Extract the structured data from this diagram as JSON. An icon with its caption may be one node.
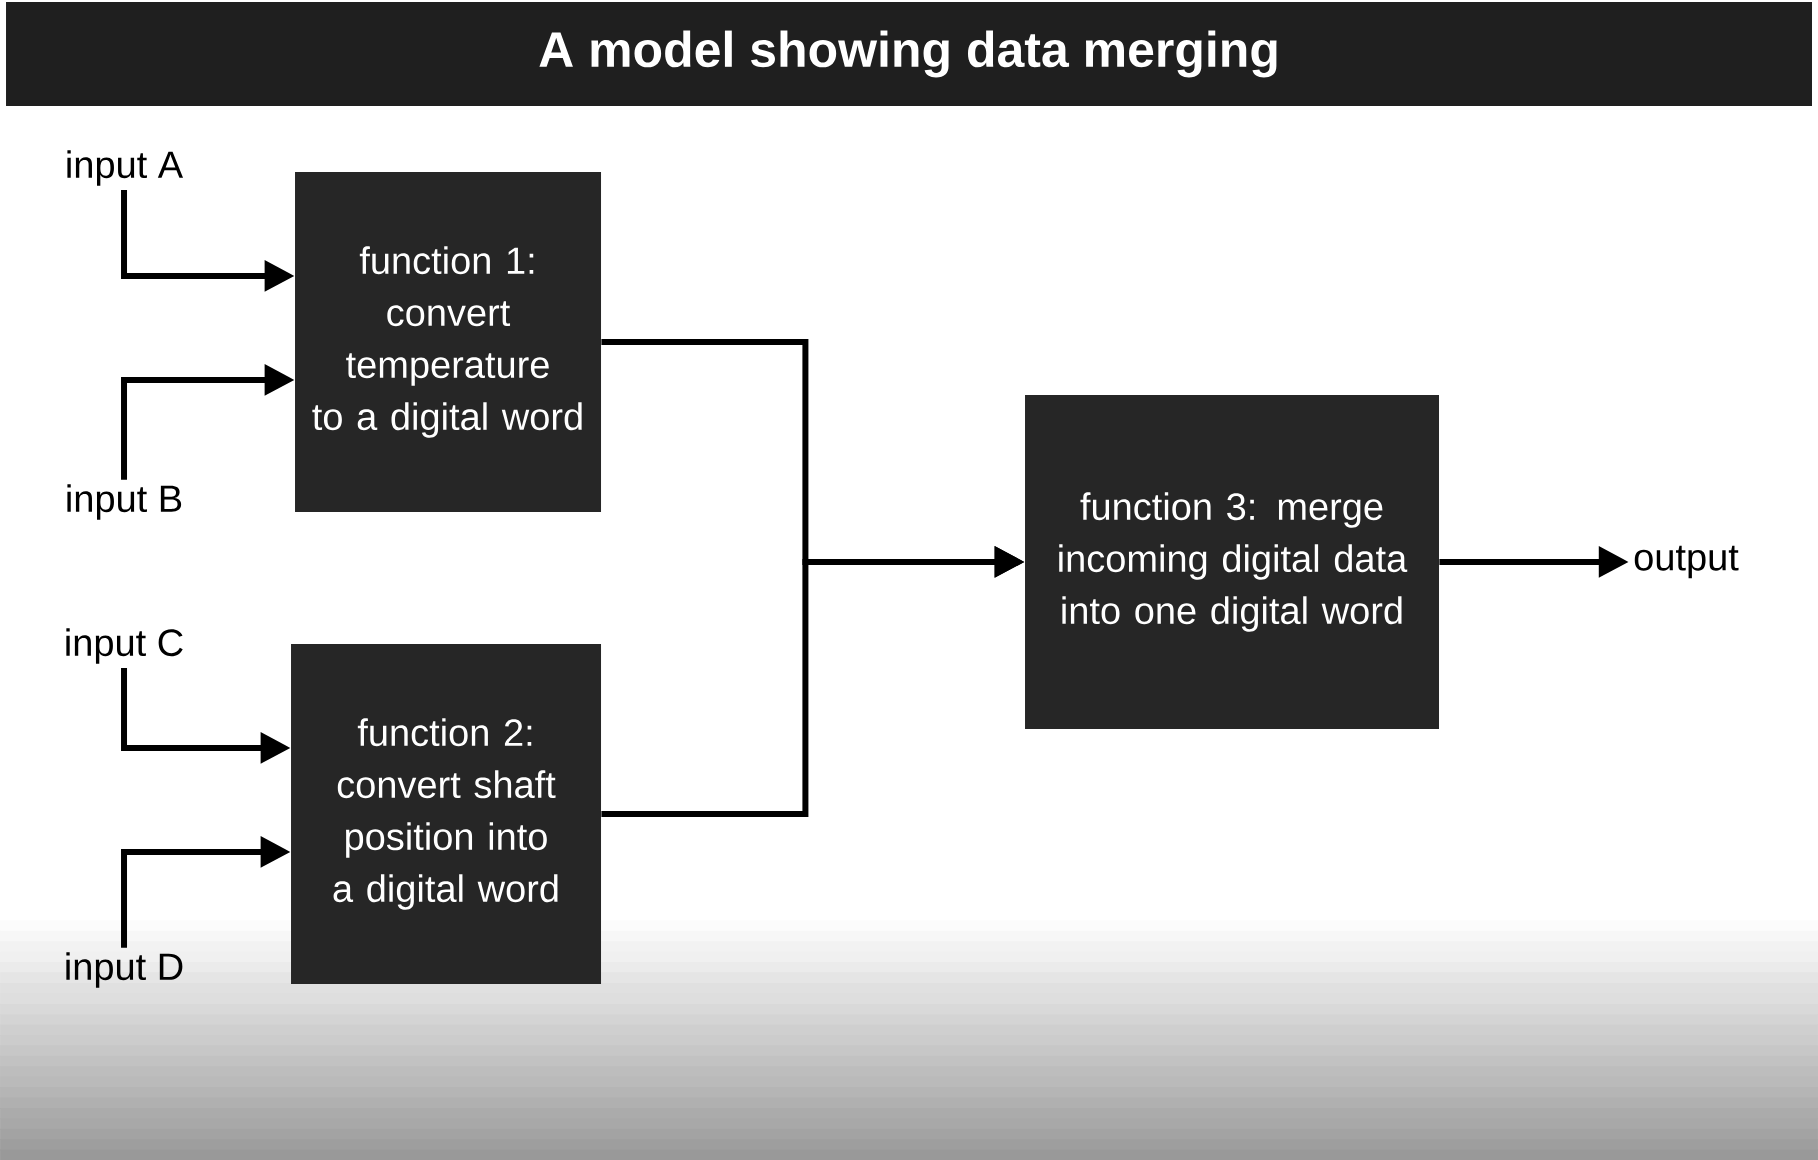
{
  "diagram": {
    "title": "A model showing data merging",
    "nodes": [
      {
        "text": [
          "input A"
        ]
      },
      {
        "text": [
          "input B"
        ]
      },
      {
        "text": [
          "input C"
        ]
      },
      {
        "text": [
          "input D"
        ]
      },
      {
        "text": [
          "function 1: convert temperature to a digital word"
        ]
      },
      {
        "text": [
          "function 2: convert shaft position into a digital word"
        ]
      },
      {
        "text": [
          "function 3: merge incoming digital data into one digital word"
        ]
      },
      {
        "text": [
          "output"
        ]
      }
    ],
    "edges": [
      {
        "from": 0,
        "to": 4,
        "arrow": "to"
      },
      {
        "from": 1,
        "to": 4,
        "arrow": "to"
      },
      {
        "from": 2,
        "to": 5,
        "arrow": "to"
      },
      {
        "from": 3,
        "to": 5,
        "arrow": "to"
      },
      {
        "from": 4,
        "to": 6,
        "arrow": "to"
      },
      {
        "from": 5,
        "to": 6,
        "arrow": "to"
      },
      {
        "from": 6,
        "to": 7,
        "arrow": "to"
      }
    ]
  }
}
